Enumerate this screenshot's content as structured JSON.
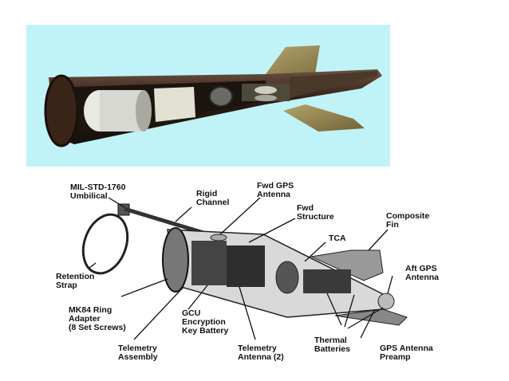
{
  "labels": {
    "umbilical": [
      "MIL-STD-1760",
      "Umbilical"
    ],
    "rigid_channel": [
      "Rigid",
      "Channel"
    ],
    "fwd_gps_antenna": [
      "Fwd GPS",
      "Antenna"
    ],
    "fwd_structure": [
      "Fwd",
      "Structure"
    ],
    "composite_fin": [
      "Composite",
      "Fin"
    ],
    "tca": [
      "TCA"
    ],
    "aft_gps_antenna": [
      "Aft GPS",
      "Antenna"
    ],
    "retention_strap": [
      "Retention",
      "Strap"
    ],
    "mk84_ring_adapter": [
      "MK84 Ring",
      "Adapter",
      "(8 Set Screws)"
    ],
    "gcu": [
      "GCU",
      "Encryption",
      "Key Battery"
    ],
    "telemetry_assembly": [
      "Telemetry",
      "Assembly"
    ],
    "telemetry_antenna": [
      "Telemetry",
      "Antenna (2)"
    ],
    "thermal_batteries": [
      "Thermal",
      "Batteries"
    ],
    "gps_antenna_preamp": [
      "GPS Antenna",
      "Preamp"
    ]
  },
  "colors": {
    "photo_background": "#bff3f7",
    "tail_fin": "#8a7a48",
    "body_dark": "#2a1a12"
  }
}
